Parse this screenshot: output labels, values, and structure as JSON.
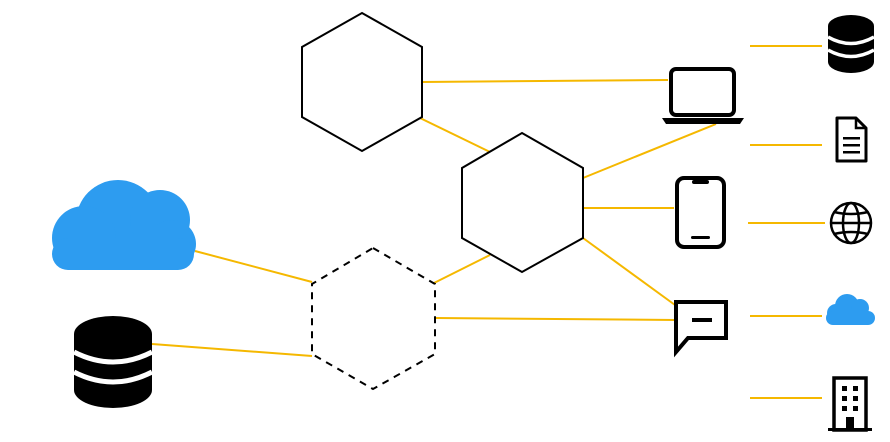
{
  "diagram": {
    "colors": {
      "connector": "#F5B800",
      "outline": "#000000",
      "cloud": "#2D9CF0",
      "background": "#FFFFFF"
    },
    "nodes": [
      {
        "id": "hex-top",
        "shape": "hexagon",
        "style": "solid"
      },
      {
        "id": "hex-middle",
        "shape": "hexagon",
        "style": "solid"
      },
      {
        "id": "hex-bottom",
        "shape": "hexagon",
        "style": "dashed"
      }
    ],
    "icons": [
      {
        "id": "left-cloud",
        "icon": "cloud-icon"
      },
      {
        "id": "left-database",
        "icon": "database-icon"
      },
      {
        "id": "laptop",
        "icon": "laptop-icon"
      },
      {
        "id": "phone",
        "icon": "smartphone-icon"
      },
      {
        "id": "chat",
        "icon": "chat-bubble-icon"
      },
      {
        "id": "right-database",
        "icon": "database-icon"
      },
      {
        "id": "document",
        "icon": "document-icon"
      },
      {
        "id": "globe",
        "icon": "globe-icon"
      },
      {
        "id": "small-cloud",
        "icon": "cloud-icon"
      },
      {
        "id": "building",
        "icon": "building-icon"
      }
    ],
    "edges": [
      [
        "hex-top",
        "laptop"
      ],
      [
        "hex-top",
        "hex-middle"
      ],
      [
        "hex-middle",
        "laptop"
      ],
      [
        "hex-middle",
        "phone"
      ],
      [
        "hex-middle",
        "chat"
      ],
      [
        "hex-middle",
        "hex-bottom"
      ],
      [
        "hex-bottom",
        "chat"
      ],
      [
        "hex-bottom",
        "left-cloud"
      ],
      [
        "hex-bottom",
        "left-database"
      ],
      [
        "right-database",
        "stub"
      ],
      [
        "document",
        "stub"
      ],
      [
        "globe",
        "stub"
      ],
      [
        "small-cloud",
        "stub"
      ],
      [
        "building",
        "stub"
      ]
    ]
  }
}
